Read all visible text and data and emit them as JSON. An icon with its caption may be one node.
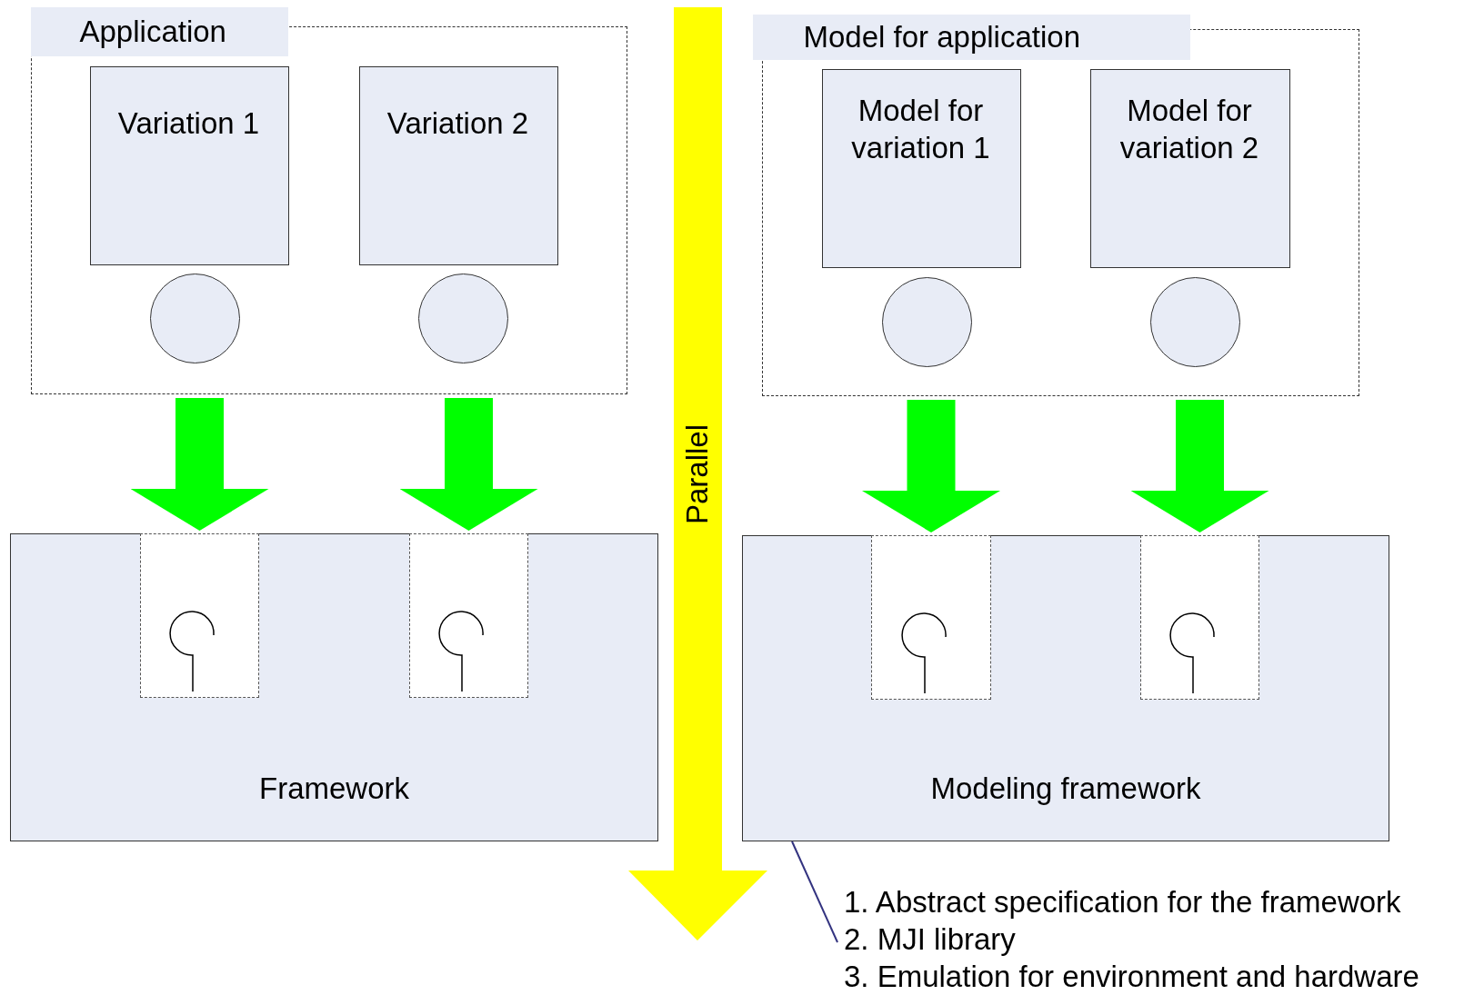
{
  "diagram": {
    "nodes": [
      {
        "text": [
          "Application"
        ]
      },
      {
        "text": [
          "Variation 1"
        ],
        "in": 0
      },
      {
        "text": [],
        "shape": "circle",
        "in": 0
      },
      {
        "text": [
          "Variation 2"
        ],
        "in": 0
      },
      {
        "text": [],
        "shape": "circle",
        "in": 0
      },
      {
        "text": [
          "Framework"
        ]
      },
      {
        "text": [],
        "shape": "box",
        "in": 5
      },
      {
        "text": [],
        "shape": "box",
        "in": 5
      },
      {
        "text": [
          "Model for application"
        ]
      },
      {
        "text": [
          "Model for variation 1"
        ],
        "in": 8
      },
      {
        "text": [],
        "shape": "circle",
        "in": 8
      },
      {
        "text": [
          "Model for variation 2"
        ],
        "in": 8
      },
      {
        "text": [],
        "shape": "circle",
        "in": 8
      },
      {
        "text": [
          "Modeling framework"
        ]
      },
      {
        "text": [],
        "shape": "box",
        "in": 13
      },
      {
        "text": [],
        "shape": "box",
        "in": 13
      },
      {
        "text": [
          "1. Abstract specification for the framework",
          "2. MJI library",
          "3. Emulation for environment and hardware"
        ]
      }
    ],
    "edges": [
      {
        "from": 0,
        "to": 6,
        "arrow": "to"
      },
      {
        "from": 0,
        "to": 7,
        "arrow": "to"
      },
      {
        "from": 8,
        "to": 14,
        "arrow": "to"
      },
      {
        "from": 8,
        "to": 15,
        "arrow": "to"
      },
      {
        "from": 16,
        "to": 13,
        "arrow": "none",
        "color": "#333380"
      }
    ],
    "labels": [
      "Parallel"
    ]
  }
}
